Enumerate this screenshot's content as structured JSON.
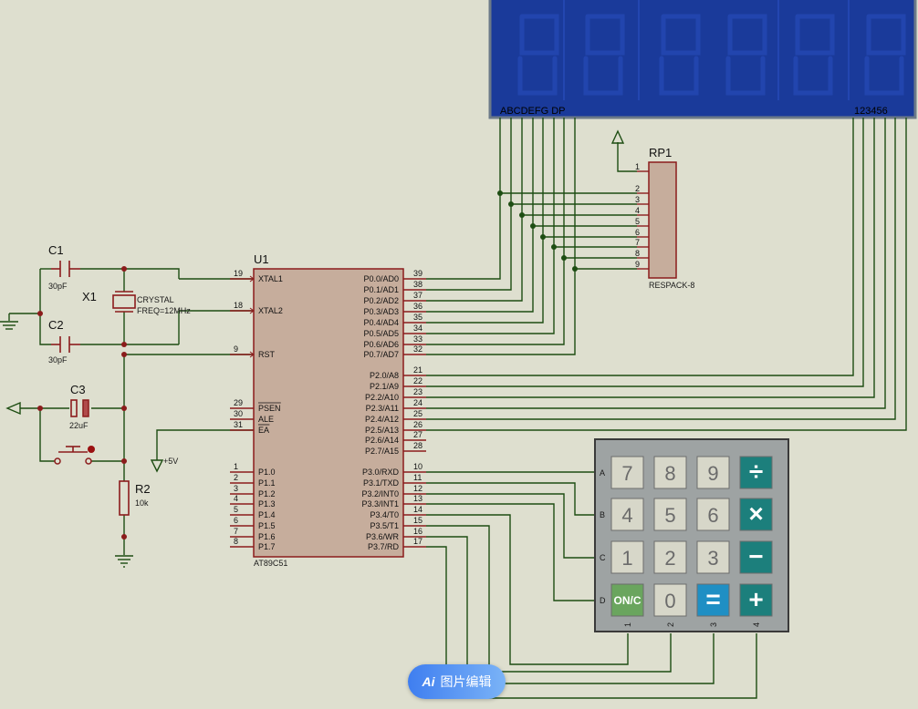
{
  "u1": {
    "ref": "U1",
    "part": "AT89C51",
    "left_pins": [
      {
        "num": "19",
        "name": "XTAL1"
      },
      {
        "num": "18",
        "name": "XTAL2"
      },
      {
        "num": "9",
        "name": "RST"
      },
      {
        "num": "29",
        "name": "PSEN"
      },
      {
        "num": "30",
        "name": "ALE"
      },
      {
        "num": "31",
        "name": "EA"
      },
      {
        "num": "1",
        "name": "P1.0"
      },
      {
        "num": "2",
        "name": "P1.1"
      },
      {
        "num": "3",
        "name": "P1.2"
      },
      {
        "num": "4",
        "name": "P1.3"
      },
      {
        "num": "5",
        "name": "P1.4"
      },
      {
        "num": "6",
        "name": "P1.5"
      },
      {
        "num": "7",
        "name": "P1.6"
      },
      {
        "num": "8",
        "name": "P1.7"
      }
    ],
    "right_pins": [
      {
        "num": "39",
        "name": "P0.0/AD0"
      },
      {
        "num": "38",
        "name": "P0.1/AD1"
      },
      {
        "num": "37",
        "name": "P0.2/AD2"
      },
      {
        "num": "36",
        "name": "P0.3/AD3"
      },
      {
        "num": "35",
        "name": "P0.4/AD4"
      },
      {
        "num": "34",
        "name": "P0.5/AD5"
      },
      {
        "num": "33",
        "name": "P0.6/AD6"
      },
      {
        "num": "32",
        "name": "P0.7/AD7"
      },
      {
        "num": "21",
        "name": "P2.0/A8"
      },
      {
        "num": "22",
        "name": "P2.1/A9"
      },
      {
        "num": "23",
        "name": "P2.2/A10"
      },
      {
        "num": "24",
        "name": "P2.3/A11"
      },
      {
        "num": "25",
        "name": "P2.4/A12"
      },
      {
        "num": "26",
        "name": "P2.5/A13"
      },
      {
        "num": "27",
        "name": "P2.6/A14"
      },
      {
        "num": "28",
        "name": "P2.7/A15"
      },
      {
        "num": "10",
        "name": "P3.0/RXD"
      },
      {
        "num": "11",
        "name": "P3.1/TXD"
      },
      {
        "num": "12",
        "name": "P3.2/INT0"
      },
      {
        "num": "13",
        "name": "P3.3/INT1"
      },
      {
        "num": "14",
        "name": "P3.4/T0"
      },
      {
        "num": "15",
        "name": "P3.5/T1"
      },
      {
        "num": "16",
        "name": "P3.6/WR"
      },
      {
        "num": "17",
        "name": "P3.7/RD"
      }
    ]
  },
  "c1": {
    "ref": "C1",
    "value": "30pF"
  },
  "c2": {
    "ref": "C2",
    "value": "30pF"
  },
  "c3": {
    "ref": "C3",
    "value": "22uF"
  },
  "x1": {
    "ref": "X1",
    "type": "CRYSTAL",
    "freq": "FREQ=12MHz"
  },
  "r2": {
    "ref": "R2",
    "value": "10k"
  },
  "vcc": {
    "label": "+5V"
  },
  "rp1": {
    "ref": "RP1",
    "part": "RESPACK-8",
    "pins": [
      "1",
      "2",
      "3",
      "4",
      "5",
      "6",
      "7",
      "8",
      "9"
    ]
  },
  "display": {
    "segment_labels": "ABCDEFG  DP",
    "digit_labels": "123456"
  },
  "keypad": {
    "rows": [
      "A",
      "B",
      "C",
      "D"
    ],
    "cols": [
      "1",
      "2",
      "3",
      "4"
    ],
    "keys": [
      [
        "7",
        "8",
        "9",
        "÷"
      ],
      [
        "4",
        "5",
        "6",
        "×"
      ],
      [
        "1",
        "2",
        "3",
        "−"
      ],
      [
        "ON/C",
        "0",
        "=",
        "+"
      ]
    ]
  },
  "ai_edit": {
    "label": "图片编辑",
    "icon": "Ai"
  },
  "colors": {
    "background": "#dedfcf",
    "wire": "#1d4d12",
    "component": "#8b1c1c",
    "display_bg": "#1a3a9a",
    "key_light": "#d7d7c9",
    "key_teal": "#1c7f7c",
    "key_green": "#6aa55e",
    "key_blue": "#1f8fc4"
  }
}
